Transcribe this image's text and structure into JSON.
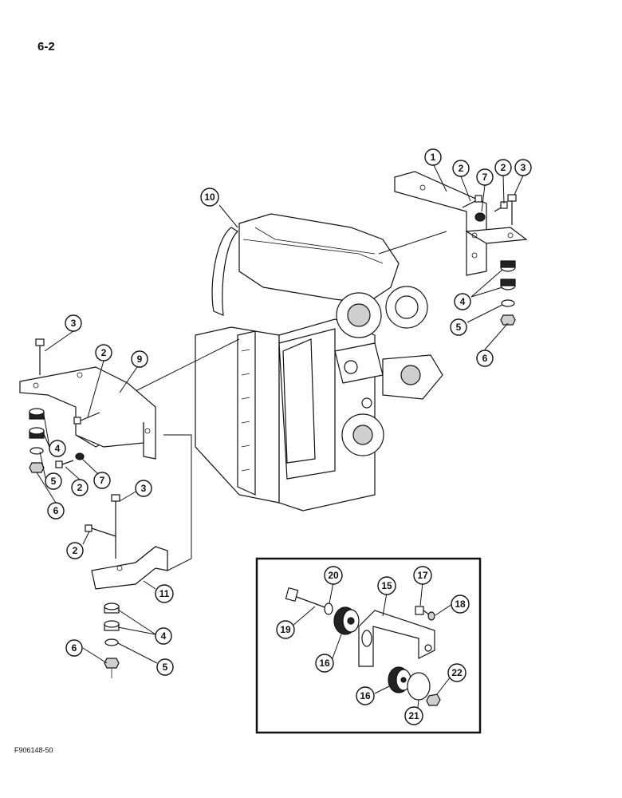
{
  "page": {
    "page_number": "6-2",
    "figure_id": "F906148-50"
  },
  "callouts": {
    "c1": "1",
    "c2a": "2",
    "c7a": "7",
    "c2b": "2",
    "c3a": "3",
    "c10": "10",
    "c4a": "4",
    "c5a": "5",
    "c6a": "6",
    "c3b": "3",
    "c2c": "2",
    "c9": "9",
    "c4b": "4",
    "c5b": "5",
    "c6b": "6",
    "c2d": "2",
    "c7b": "7",
    "c3c": "3",
    "c2e": "2",
    "c11": "11",
    "c4c": "4",
    "c5c": "5",
    "c6c": "6",
    "c20": "20",
    "c15": "15",
    "c17": "17",
    "c18": "18",
    "c19": "19",
    "c16a": "16",
    "c16b": "16",
    "c21": "21",
    "c22": "22"
  },
  "icons": {
    "transmission": "transmission-housing-icon",
    "bolt": "bolt-icon",
    "washer": "washer-icon",
    "nut": "nut-icon",
    "isolator": "rubber-isolator-icon",
    "bracket": "mounting-bracket-icon"
  },
  "colors": {
    "ink": "#111111",
    "paper": "#ffffff",
    "shade": "#9a9a9a"
  }
}
